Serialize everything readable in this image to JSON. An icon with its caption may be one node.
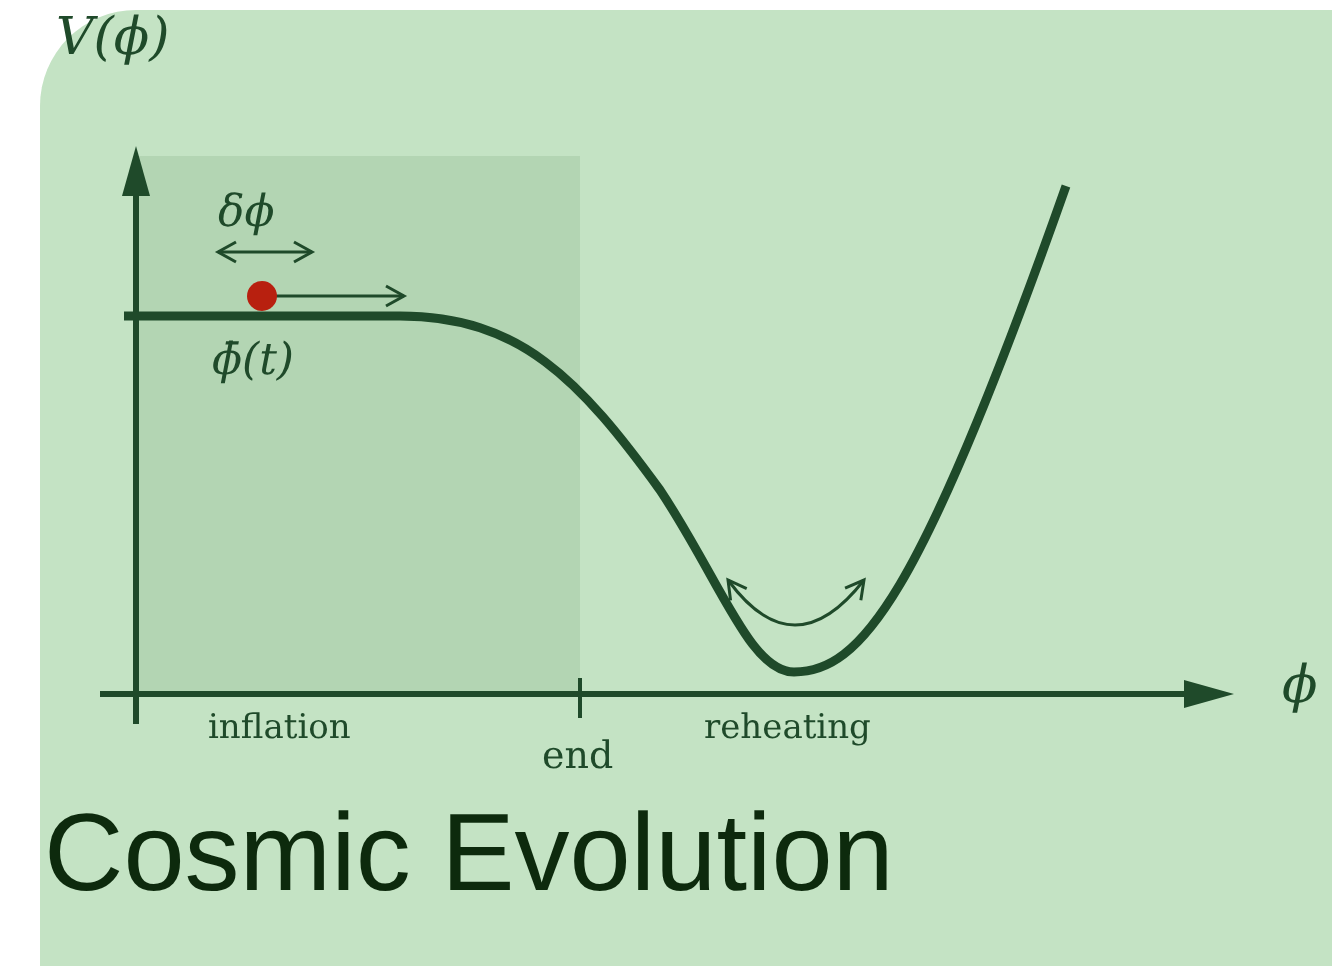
{
  "diagram": {
    "title": "Cosmic Evolution",
    "labels": [
      "V(ϕ)",
      "δϕ",
      "ϕ̄(t)",
      "inflation",
      "end",
      "reheating",
      "ϕ"
    ]
  }
}
